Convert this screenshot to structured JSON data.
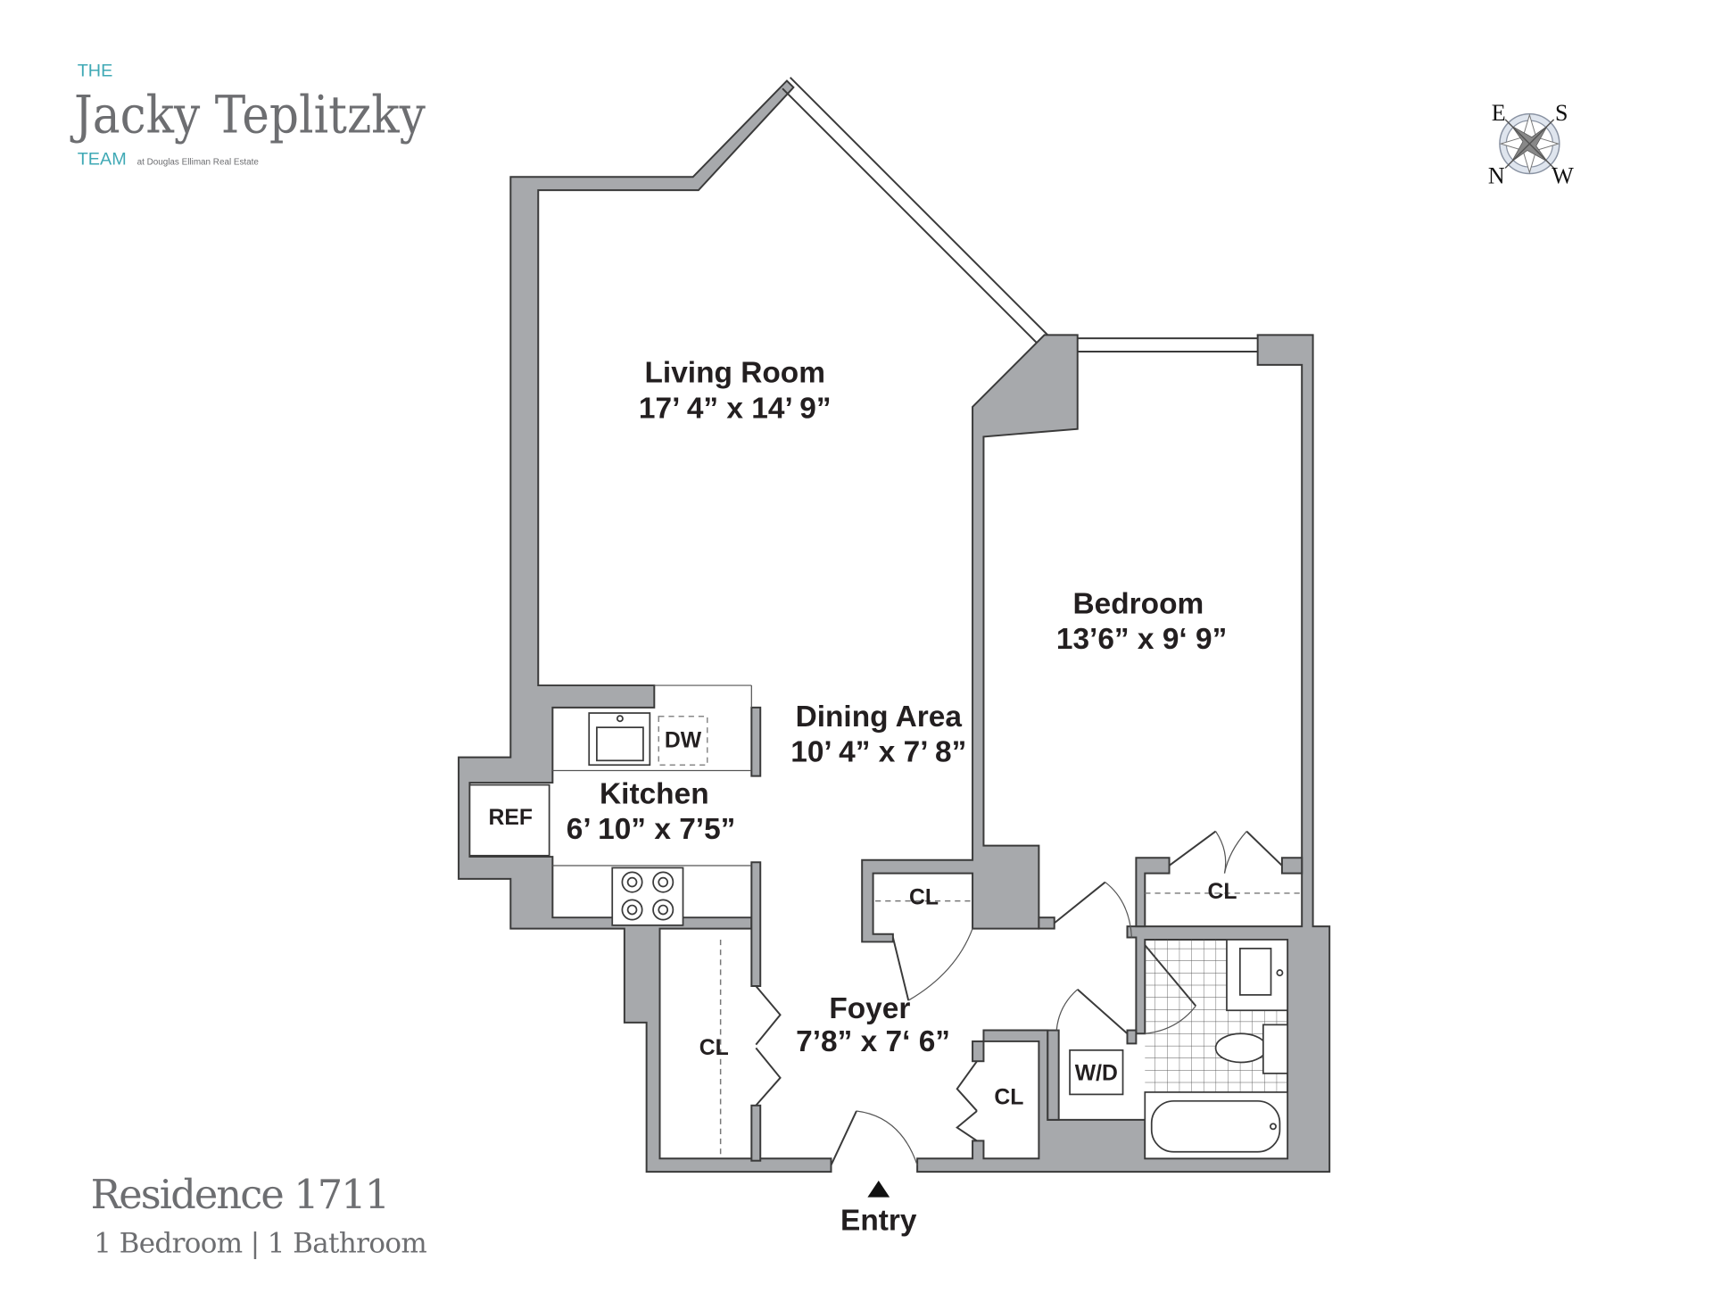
{
  "logo": {
    "the": "THE",
    "name": "Jacky Teplitzky",
    "team": "TEAM",
    "affiliation": "at Douglas Elliman Real Estate",
    "accent_color": "#3fa9b5",
    "name_color": "#6d6e71"
  },
  "compass": {
    "top_left": "E",
    "top_right": "S",
    "bottom_left": "N",
    "bottom_right": "W"
  },
  "rooms": {
    "living": {
      "name": "Living Room",
      "dims": "17’ 4” x 14’ 9”"
    },
    "bedroom": {
      "name": "Bedroom",
      "dims": "13’6” x 9‘ 9”"
    },
    "dining": {
      "name": "Dining Area",
      "dims": "10’ 4” x 7’ 8”"
    },
    "kitchen": {
      "name": "Kitchen",
      "dims": "6’ 10” x 7’5”"
    },
    "foyer": {
      "name": "Foyer",
      "dims": "7’8” x 7‘ 6”"
    }
  },
  "fixtures": {
    "ref": "REF",
    "dw": "DW",
    "wd": "W/D",
    "closet": "CL"
  },
  "entry": "Entry",
  "residence": {
    "title": "Residence 1711",
    "subtitle": "1 Bedroom | 1 Bathroom"
  },
  "colors": {
    "wall": "#a7a9ac",
    "outline": "#3a3a3a"
  }
}
